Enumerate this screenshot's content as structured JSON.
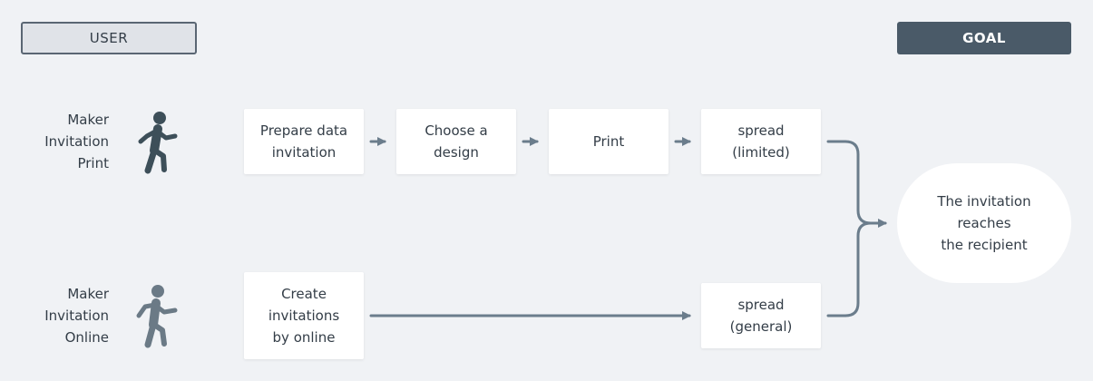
{
  "header": {
    "user_label": "USER",
    "goal_label": "GOAL"
  },
  "lanes": [
    {
      "role": [
        "Maker",
        "Invitation",
        "Print"
      ],
      "person_color": "#3d4f59",
      "steps": [
        [
          "Prepare data",
          "invitation"
        ],
        [
          "Choose a",
          "design"
        ],
        [
          "Print"
        ],
        [
          "spread",
          "(limited)"
        ]
      ]
    },
    {
      "role": [
        "Maker",
        "Invitation",
        "Online"
      ],
      "person_color": "#6b7a86",
      "steps": [
        [
          "Create",
          "invitations",
          "by online"
        ],
        [
          "spread",
          "(general)"
        ]
      ]
    }
  ],
  "goal": {
    "text": [
      "The invitation",
      "reaches",
      "the recipient"
    ]
  },
  "colors": {
    "background": "#f0f2f5",
    "arrow": "#6b7d8c",
    "goal_header": "#4a5a68"
  },
  "icons": [
    "walking-person-icon",
    "arrow-right-icon"
  ]
}
